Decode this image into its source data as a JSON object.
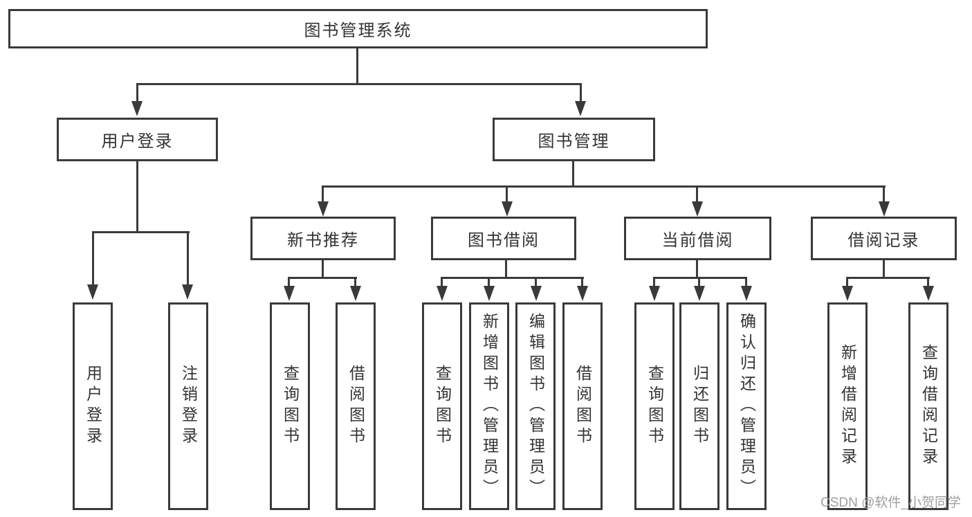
{
  "colors": {
    "line": "#3a3a3a",
    "text": "#333333",
    "watermark": "#9e9e9e",
    "bg": "#ffffff"
  },
  "watermark": {
    "text": "CSDN @软件_小贺同学"
  },
  "diagram": {
    "root": {
      "label": "图书管理系统"
    },
    "level2": [
      {
        "id": "user-login",
        "label": "用户登录"
      },
      {
        "id": "book-management",
        "label": "图书管理"
      }
    ],
    "level3": [
      {
        "id": "new-book-recommend",
        "label": "新书推荐",
        "parent": "图书管理"
      },
      {
        "id": "book-borrowing",
        "label": "图书借阅",
        "parent": "图书管理"
      },
      {
        "id": "current-borrowing",
        "label": "当前借阅",
        "parent": "图书管理"
      },
      {
        "id": "borrowing-records",
        "label": "借阅记录",
        "parent": "图书管理"
      }
    ],
    "leaves": [
      {
        "label": "用户登录",
        "parent": "用户登录"
      },
      {
        "label": "注销登录",
        "parent": "用户登录"
      },
      {
        "label": "查询图书",
        "parent": "新书推荐"
      },
      {
        "label": "借阅图书",
        "parent": "新书推荐"
      },
      {
        "label": "查询图书",
        "parent": "图书借阅"
      },
      {
        "label": "新增图书（管理员）",
        "parent": "图书借阅"
      },
      {
        "label": "编辑图书（管理员）",
        "parent": "图书借阅"
      },
      {
        "label": "借阅图书",
        "parent": "图书借阅"
      },
      {
        "label": "查询图书",
        "parent": "当前借阅"
      },
      {
        "label": "归还图书",
        "parent": "当前借阅"
      },
      {
        "label": "确认归还（管理员）",
        "parent": "当前借阅"
      },
      {
        "label": "新增借阅记录",
        "parent": "借阅记录"
      },
      {
        "label": "查询借阅记录",
        "parent": "借阅记录"
      }
    ]
  }
}
